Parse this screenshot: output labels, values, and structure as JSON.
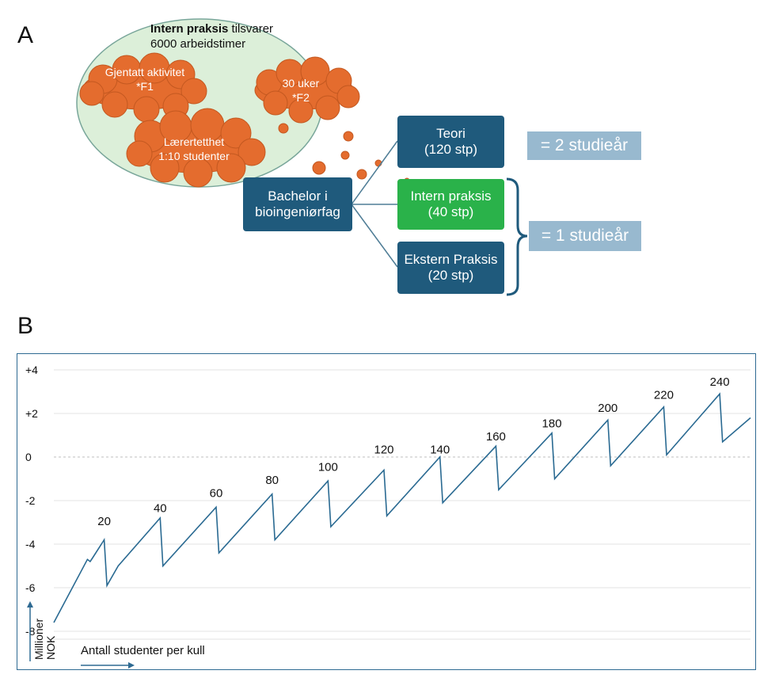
{
  "panel_a": {
    "letter": "A",
    "ellipse": {
      "title_bold": "Intern praksis",
      "title_rest": " tilsvarer",
      "line2": "6000 arbeidstimer"
    },
    "clouds": [
      {
        "line1": "Gjentatt aktivitet",
        "line2": "*F1"
      },
      {
        "line1": "30 uker",
        "line2": "*F2"
      },
      {
        "line1": "Lærertetthet",
        "line2": "1:10 studenter"
      }
    ],
    "root": {
      "line1": "Bachelor i",
      "line2": "bioingeniørfag"
    },
    "branches": [
      {
        "line1": "Teori",
        "line2": "(120 stp)"
      },
      {
        "line1": "Intern praksis",
        "line2": "(40 stp)"
      },
      {
        "line1": "Ekstern Praksis",
        "line2": "(20 stp)"
      }
    ],
    "equivalents": [
      "= 2 studieår",
      "= 1 studieår"
    ],
    "colors": {
      "navy": "#1f5a7c",
      "green": "#2ab24a",
      "orange": "#e46c2e",
      "ellipse": "#dcefd9",
      "eq": "#98b9cf"
    }
  },
  "panel_b": {
    "letter": "B",
    "x_axis_label": "Antall studenter per kull",
    "y_axis_label_1": "Millioner",
    "y_axis_label_2": "NOK",
    "chart_data": {
      "type": "line",
      "ylim": [
        -8,
        4
      ],
      "y_ticks": [
        "+4",
        "+2",
        "0",
        "-2",
        "-4",
        "-6",
        "-8"
      ],
      "y_tick_values": [
        4,
        2,
        0,
        -2,
        -4,
        -6,
        -8
      ],
      "xlim": [
        1,
        250
      ],
      "grid": true,
      "annotations": [
        {
          "label": "20",
          "x": 19,
          "y": -3.2
        },
        {
          "label": "40",
          "x": 39,
          "y": -2.6
        },
        {
          "label": "60",
          "x": 59,
          "y": -1.9
        },
        {
          "label": "80",
          "x": 79,
          "y": -1.3
        },
        {
          "label": "100",
          "x": 99,
          "y": -0.7
        },
        {
          "label": "120",
          "x": 119,
          "y": 0.1
        },
        {
          "label": "140",
          "x": 139,
          "y": 0.1
        },
        {
          "label": "160",
          "x": 159,
          "y": 0.7
        },
        {
          "label": "180",
          "x": 179,
          "y": 1.3
        },
        {
          "label": "200",
          "x": 199,
          "y": 2.0
        },
        {
          "label": "220",
          "x": 219,
          "y": 2.6
        },
        {
          "label": "240",
          "x": 239,
          "y": 3.2
        }
      ],
      "series": [
        {
          "x": [
            1,
            13,
            14,
            15,
            19,
            20,
            24,
            39,
            40,
            59,
            60,
            79,
            80,
            99,
            100,
            119,
            120,
            139,
            140,
            159,
            160,
            179,
            180,
            199,
            200,
            219,
            220,
            239,
            240,
            250
          ],
          "y": [
            -7.6,
            -4.7,
            -4.8,
            -4.6,
            -3.8,
            -5.9,
            -5.0,
            -2.8,
            -5.0,
            -2.3,
            -4.4,
            -1.7,
            -3.8,
            -1.1,
            -3.2,
            -0.6,
            -2.7,
            0.0,
            -2.1,
            0.5,
            -1.5,
            1.1,
            -1.0,
            1.7,
            -0.4,
            2.3,
            0.1,
            2.9,
            0.7,
            1.8
          ]
        }
      ]
    }
  }
}
